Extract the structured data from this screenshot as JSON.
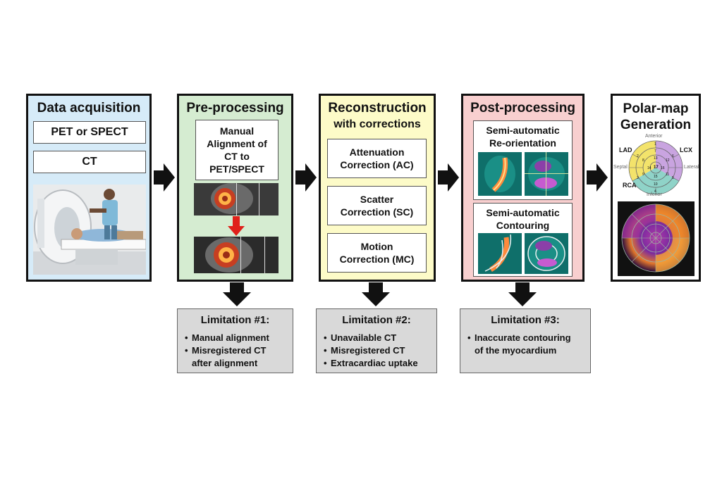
{
  "stages": {
    "acquisition": {
      "title": "Data acquisition",
      "items": [
        "PET or SPECT",
        "CT"
      ]
    },
    "preprocessing": {
      "title": "Pre-processing",
      "box": [
        "Manual",
        "Alignment of",
        "CT to",
        "PET/SPECT"
      ]
    },
    "reconstruction": {
      "title": "Reconstruction",
      "subtitle": "with corrections",
      "items": [
        [
          "Attenuation",
          "Correction (AC)"
        ],
        [
          "Scatter",
          "Correction (SC)"
        ],
        [
          "Motion",
          "Correction (MC)"
        ]
      ]
    },
    "postprocessing": {
      "title": "Post-processing",
      "panel1": [
        "Semi-automatic",
        "Re-orientation"
      ],
      "panel2": [
        "Semi-automatic",
        "Contouring"
      ]
    },
    "polarmap": {
      "title": [
        "Polar-map",
        "Generation"
      ],
      "labels": {
        "anterior": "Anterior",
        "inferior": "Inferior",
        "septal": "Septal",
        "lateral": "Lateral",
        "lad": "LAD",
        "lcx": "LCX",
        "rca": "RCA"
      },
      "segments": [
        "1",
        "2",
        "3",
        "4",
        "5",
        "6",
        "7",
        "8",
        "9",
        "10",
        "11",
        "12",
        "13",
        "14",
        "15",
        "16",
        "17"
      ]
    }
  },
  "limitations": [
    {
      "title": "Limitation #1:",
      "items": [
        "Manual alignment",
        "Misregistered CT",
        "after alignment"
      ]
    },
    {
      "title": "Limitation #2:",
      "items": [
        "Unavailable CT",
        "Misregistered CT",
        "Extracardiac uptake"
      ]
    },
    {
      "title": "Limitation #3:",
      "items": [
        "Inaccurate contouring",
        "of the myocardium"
      ]
    }
  ],
  "colors": {
    "acquisition_bg": "#d6ebf8",
    "preprocessing_bg": "#d5ecd1",
    "reconstruction_bg": "#fdfbc8",
    "postprocessing_bg": "#f8cfcf",
    "limitation_bg": "#d9d9d9",
    "arrow": "#111111",
    "red_arrow": "#e0201a",
    "lad": "#f3e36b",
    "lcx": "#c9a4e0",
    "rca": "#8fd3c8"
  }
}
